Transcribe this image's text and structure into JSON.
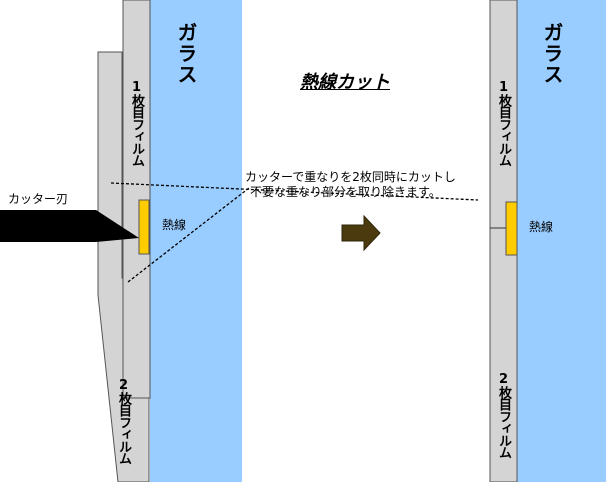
{
  "title": "熱線カット",
  "left": {
    "glass_label": "ガラス",
    "film1_label": "1枚目フィルム",
    "film2_label": "2枚目フィルム",
    "wire_label": "熱線",
    "cutter_label": "カッター刃"
  },
  "note": {
    "line1": "カッターで重なりを2枚同時にカットし",
    "line2": "不要な重なり部分を取り除きます。"
  },
  "right": {
    "glass_label": "ガラス",
    "film1_label": "1枚目フィルム",
    "film2_label": "2枚目フィルム",
    "wire_label": "熱線"
  },
  "colors": {
    "glass": "#99ccff",
    "film": "#d4d4d4",
    "wire": "#ffcc00",
    "arrow": "#4b3a0e",
    "cutter": "#000000"
  },
  "icons": {
    "arrow": "right-arrow-icon",
    "cutter": "cutter-blade-icon"
  }
}
